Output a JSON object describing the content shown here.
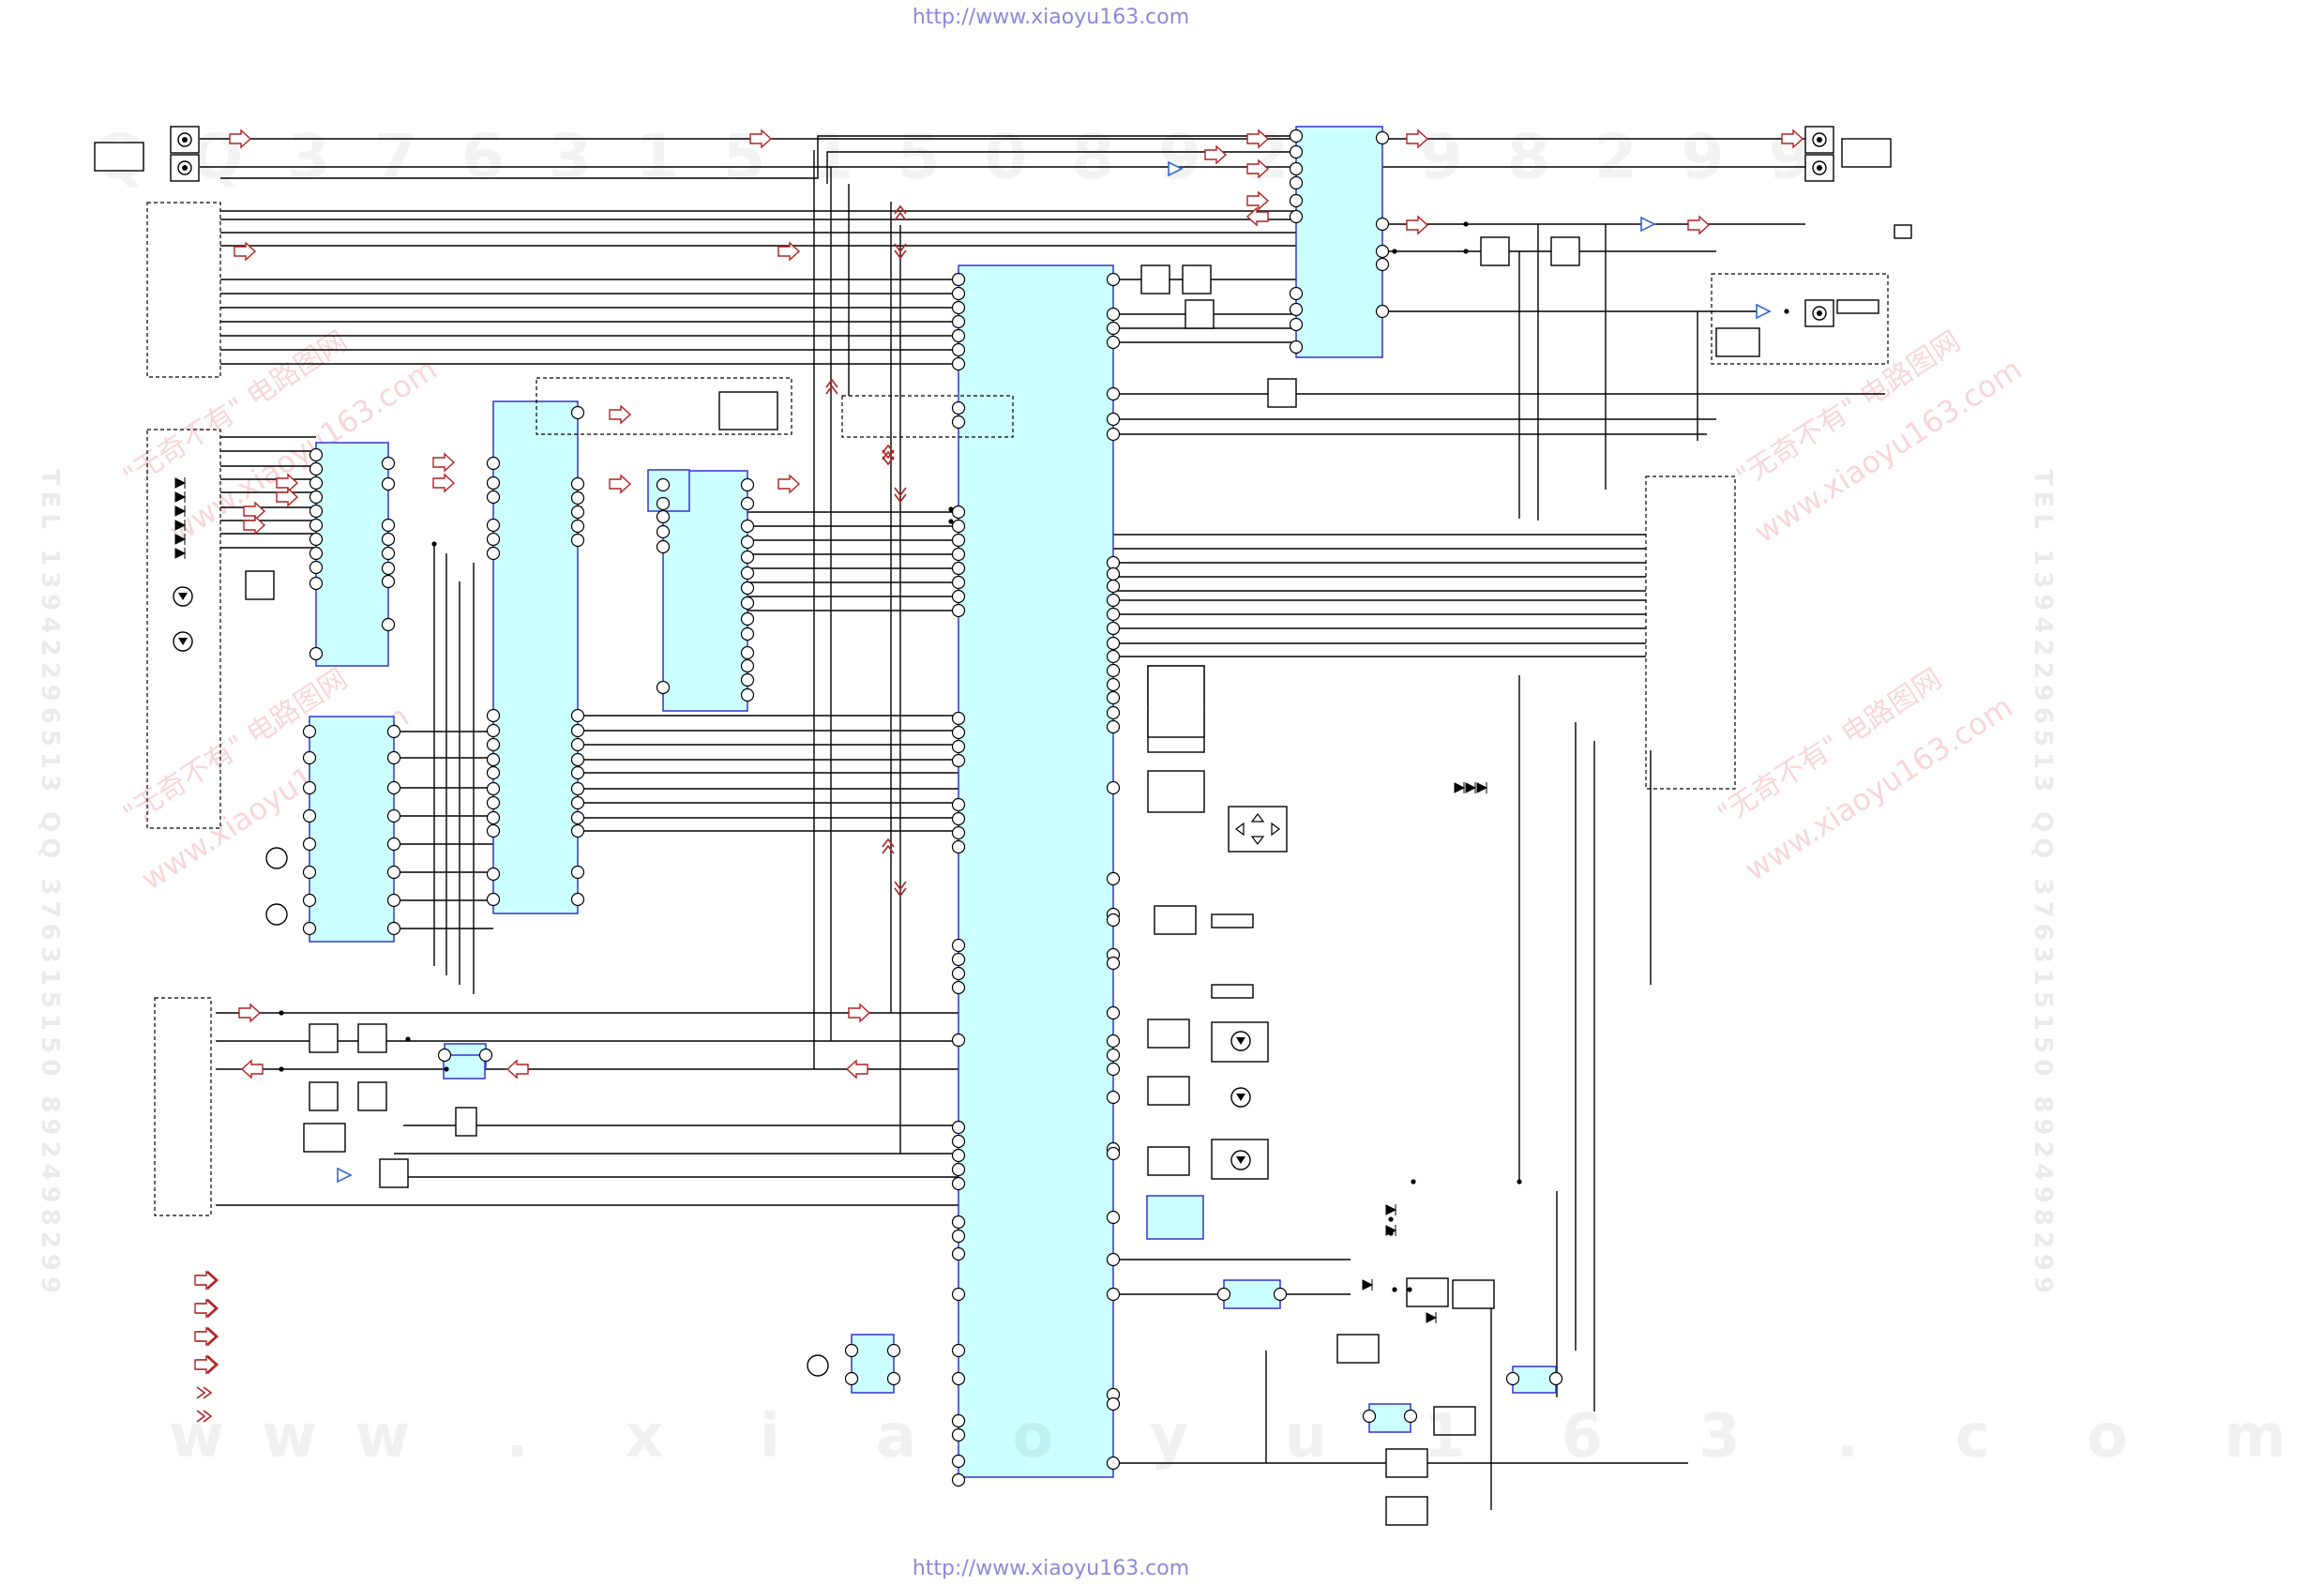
{
  "header": {
    "url": "http://www.xiaoyu163.com"
  },
  "footer": {
    "url": "http://www.xiaoyu163.com"
  },
  "watermark": {
    "site": "www . x i a o y u 1 6 3 . c o m",
    "tel": "TEL 13942296513 QQ 376315150 892498299",
    "qq": "Q Q 3 7 6 3 1 5 1 5 0 8 9 2 4 9 8 2 9 9",
    "cn_mark": "\"无奇不有\" 电路图网",
    "cn_site": "www.xiaoyu163.com"
  },
  "colors": {
    "ic_fill": "#ccffff",
    "ic_border": "#3333cc",
    "wire": "#000000",
    "arrow": "#b22222",
    "buffer": "#3366cc",
    "url_text": "#8a8ad8",
    "watermark_red": "#e06060"
  },
  "legend_arrow_styles": [
    "open",
    "hatched",
    "double-open",
    "double-hatched",
    "chevron",
    "double-chevron"
  ]
}
